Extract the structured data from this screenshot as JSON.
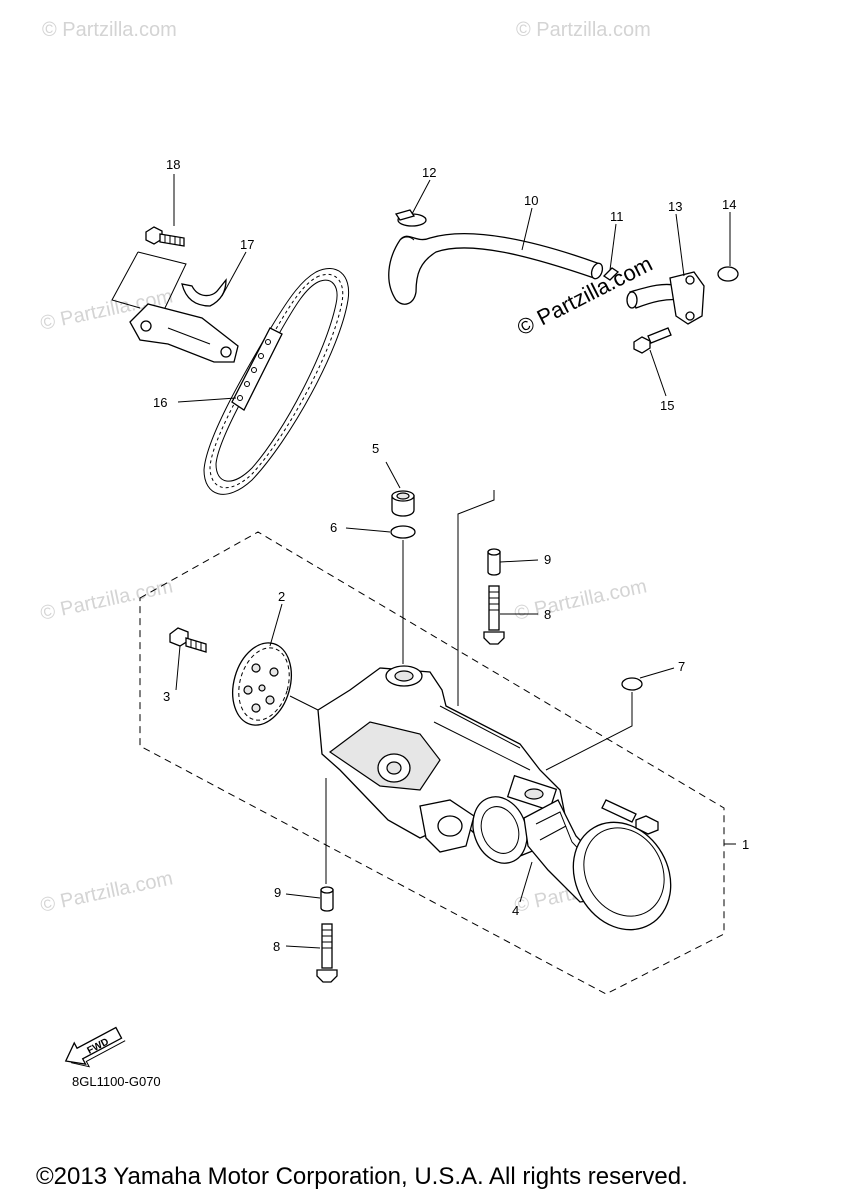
{
  "diagram": {
    "watermark_text": "© Partzilla.com",
    "prominent_watermark": "© Partzilla.com",
    "drawing_code": "8GL1100-G070",
    "fwd_label": "FWD",
    "copyright": "©2013 Yamaha Motor Corporation, U.S.A. All rights reserved.",
    "callouts": [
      "1",
      "2",
      "3",
      "4",
      "5",
      "6",
      "7",
      "8",
      "8",
      "9",
      "9",
      "10",
      "11",
      "12",
      "13",
      "14",
      "15",
      "16",
      "17",
      "18"
    ]
  }
}
